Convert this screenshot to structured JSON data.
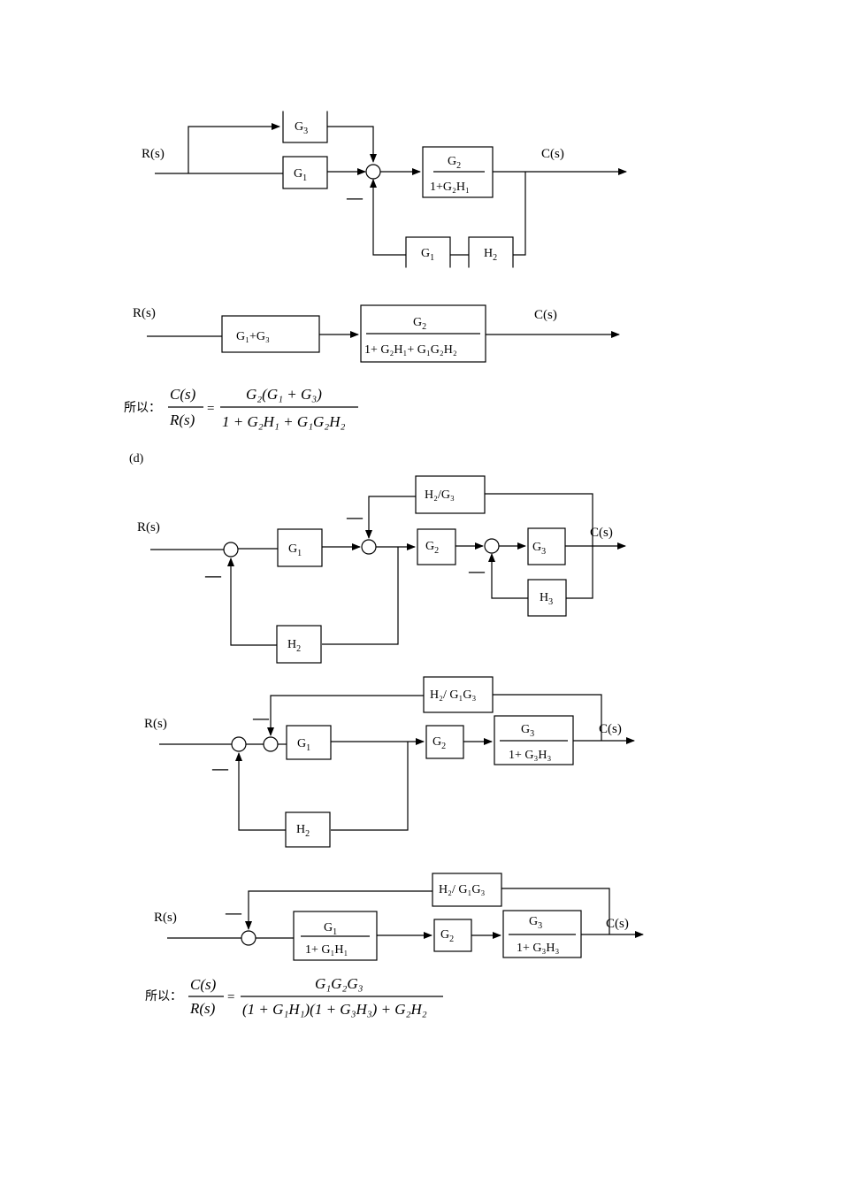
{
  "diagram1": {
    "input": "R(s)",
    "output": "C(s)",
    "neg": "—",
    "g3": {
      "base": "G",
      "sub": "3"
    },
    "g1": {
      "base": "G",
      "sub": "1"
    },
    "g2num": {
      "base": "G",
      "sub": "2"
    },
    "g2den": "1+G₂H₁",
    "fb_g1": {
      "base": "G",
      "sub": "1"
    },
    "fb_h2": {
      "base": "H",
      "sub": "2"
    }
  },
  "diagram2": {
    "input": "R(s)",
    "output": "C(s)",
    "block1": "G₁+G₃",
    "num": {
      "base": "G",
      "sub": "2"
    },
    "den": "1+ G₂H₁+ G₁G₂H₂"
  },
  "formula1": {
    "prefix": "所以：",
    "lhs_num": "C(s)",
    "lhs_den": "R(s)",
    "eq": "=",
    "rhs_num": "G₂(G₁ + G₃)",
    "rhs_den": "1 + G₂H₁ + G₁G₂H₂"
  },
  "part_label": "(d)",
  "diagram3": {
    "input": "R(s)",
    "output": "C(s)",
    "neg": "—",
    "h2g3": "H₂/G₃",
    "g1": {
      "base": "G",
      "sub": "1"
    },
    "g2": {
      "base": "G",
      "sub": "2"
    },
    "g3": {
      "base": "G",
      "sub": "3"
    },
    "h3": {
      "base": "H",
      "sub": "3"
    },
    "h2": {
      "base": "H",
      "sub": "2"
    }
  },
  "diagram4": {
    "input": "R(s)",
    "output": "C(s)",
    "neg": "—",
    "top": "H₂/ G₁G₃",
    "g1": {
      "base": "G",
      "sub": "1"
    },
    "g2": {
      "base": "G",
      "sub": "2"
    },
    "num": {
      "base": "G",
      "sub": "3"
    },
    "den": "1+ G₃H₃",
    "h2": {
      "base": "H",
      "sub": "2"
    }
  },
  "diagram5": {
    "input": "R(s)",
    "output": "C(s)",
    "neg": "—",
    "top": "H₂/ G₁G₃",
    "g1num": {
      "base": "G",
      "sub": "1"
    },
    "g1den": "1+ G₁H₁",
    "g2": {
      "base": "G",
      "sub": "2"
    },
    "g3num": {
      "base": "G",
      "sub": "3"
    },
    "g3den": "1+ G₃H₃"
  },
  "formula2": {
    "prefix": "所以：",
    "lhs_num": "C(s)",
    "lhs_den": "R(s)",
    "eq": "=",
    "rhs_num": "G₁G₂G₃",
    "rhs_den": "(1 + G₁H₁)(1 + G₃H₃) + G₂H₂"
  }
}
